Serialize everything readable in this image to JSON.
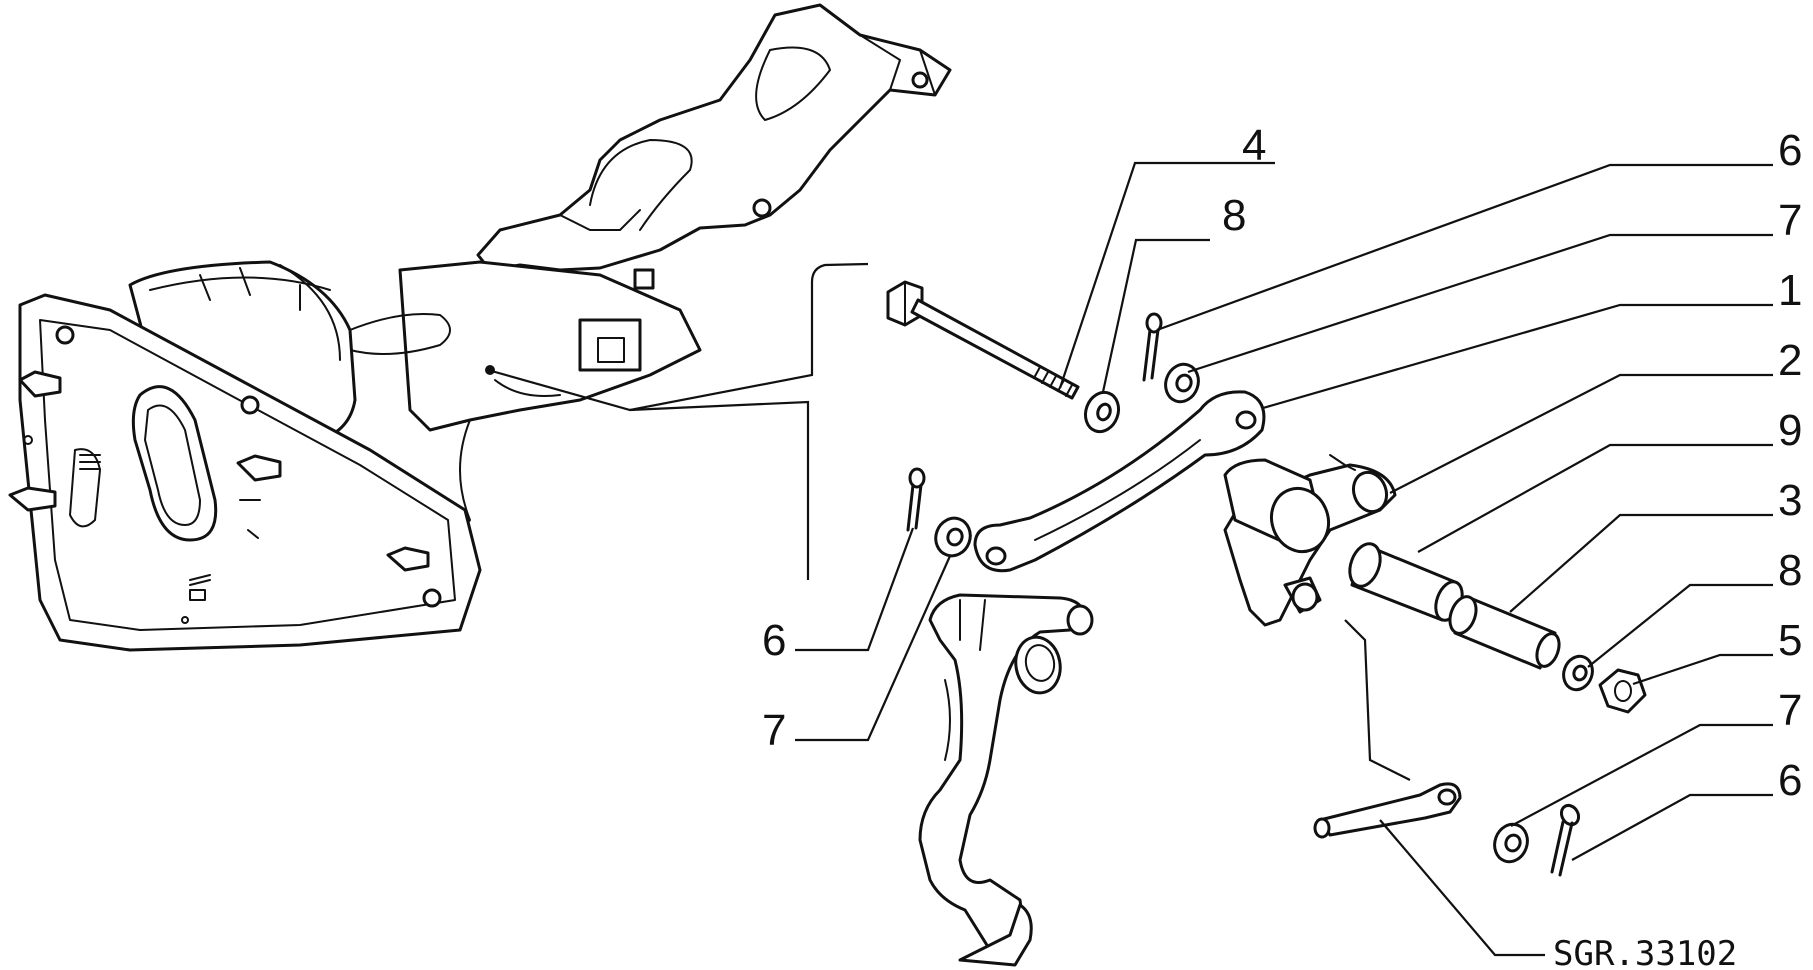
{
  "drawing_code": "SGR.33102",
  "callouts": [
    {
      "id": "c4a",
      "text": "4"
    },
    {
      "id": "c8a",
      "text": "8"
    },
    {
      "id": "c6a",
      "text": "6"
    },
    {
      "id": "c7a",
      "text": "7"
    },
    {
      "id": "c1",
      "text": "1"
    },
    {
      "id": "c2",
      "text": "2"
    },
    {
      "id": "c9",
      "text": "9"
    },
    {
      "id": "c3",
      "text": "3"
    },
    {
      "id": "c8b",
      "text": "8"
    },
    {
      "id": "c5",
      "text": "5"
    },
    {
      "id": "c7b",
      "text": "7"
    },
    {
      "id": "c6b",
      "text": "6"
    },
    {
      "id": "c6c",
      "text": "6"
    },
    {
      "id": "c7c",
      "text": "7"
    }
  ]
}
